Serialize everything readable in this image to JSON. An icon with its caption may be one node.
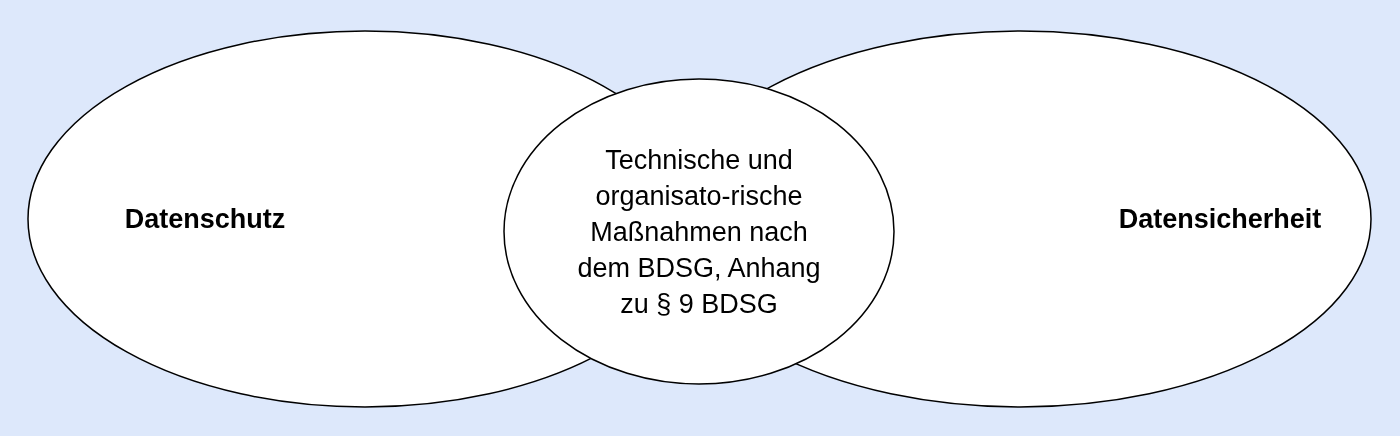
{
  "diagram": {
    "nodes": [
      {
        "text": [
          "Datenschutz"
        ]
      },
      {
        "text": [
          "Datensicherheit"
        ]
      },
      {
        "text": [
          "Technische und organisato-rische Maßnahmen nach dem BDSG, Anhang zu § 9 BDSG"
        ]
      }
    ],
    "edges": []
  }
}
